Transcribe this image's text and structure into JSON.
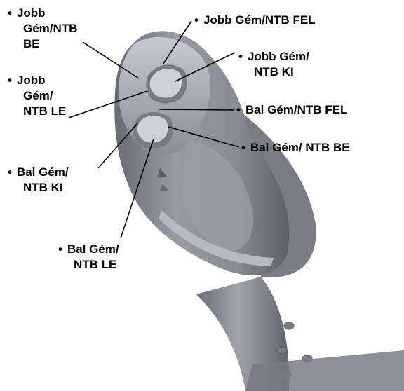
{
  "colors": {
    "body_fill": "#8e8e99",
    "body_dark": "#5f5f6a",
    "body_light": "#c4c4cd",
    "button_fill": "#d2d2da",
    "line": "#000000",
    "text": "#000000"
  },
  "labels": {
    "bullet": "•",
    "right_boom_in": {
      "line1": "Jobb",
      "line2": "Gém/NTB",
      "line3": "BE"
    },
    "right_boom_up": {
      "line1": "Jobb Gém/NTB FEL"
    },
    "right_boom_out": {
      "line1": "Jobb Gém/",
      "line2": "NTB KI"
    },
    "right_boom_down": {
      "line1": "Jobb",
      "line2": "Gém/",
      "line3": "NTB LE"
    },
    "left_boom_up": {
      "line1": "Bal Gém/NTB FEL"
    },
    "left_boom_in": {
      "line1": "Bal Gém/ NTB BE"
    },
    "left_boom_out": {
      "line1": "Bal Gém/",
      "line2": "NTB KI"
    },
    "left_boom_down": {
      "line1": "Bal Gém/",
      "line2": "NTB LE"
    }
  },
  "icons": {
    "joystick": "joystick-handle-icon",
    "rocker_upper": "rocker-switch-icon",
    "rocker_lower": "rocker-switch-icon",
    "arrow_mark": "arrow-mark-icon"
  }
}
